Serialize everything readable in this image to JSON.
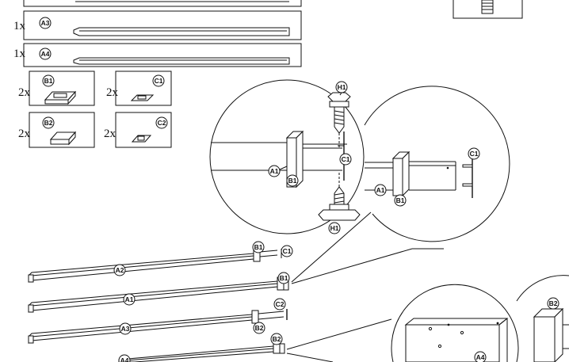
{
  "parts_list": [
    {
      "qty": "1x",
      "label": "A3"
    },
    {
      "qty": "1x",
      "label": "A4"
    }
  ],
  "hardware": [
    {
      "qty": "2x",
      "label": "B1"
    },
    {
      "qty": "2x",
      "label": "C1"
    },
    {
      "qty": "2x",
      "label": "B2"
    },
    {
      "qty": "2x",
      "label": "C2"
    }
  ],
  "zoom_detail_left": {
    "labels": [
      "H1",
      "C1",
      "A1",
      "B1",
      "H1"
    ]
  },
  "zoom_detail_right": {
    "labels": [
      "C1",
      "A1",
      "B1"
    ]
  },
  "main_assembly": {
    "rails": [
      {
        "label": "A2",
        "end_parts": [
          "B1",
          "C1"
        ]
      },
      {
        "label": "A1",
        "end_parts": [
          "B1"
        ]
      },
      {
        "label": "A3",
        "end_parts": [
          "C2",
          "B2"
        ]
      },
      {
        "label": "A4",
        "end_parts": [
          "B2"
        ]
      }
    ]
  },
  "zoom_detail_bottom": {
    "labels": [
      "A4",
      "B2"
    ]
  }
}
